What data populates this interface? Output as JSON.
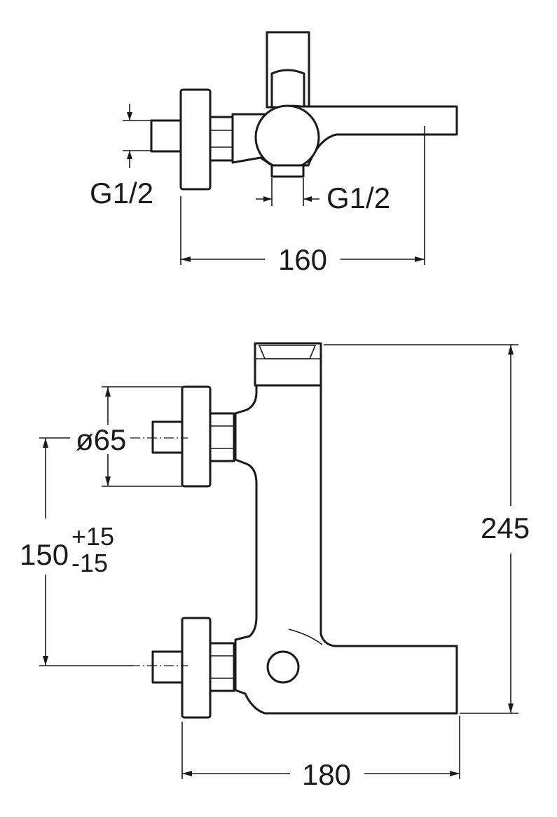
{
  "top_view": {
    "dim_width": "160",
    "thread_left": "G1/2",
    "thread_right": "G1/2"
  },
  "front_view": {
    "dim_height": "245",
    "dim_width": "180",
    "dim_diameter": "ø65",
    "dim_spacing_base": "150",
    "dim_spacing_plus": "+15",
    "dim_spacing_minus": "-15"
  }
}
